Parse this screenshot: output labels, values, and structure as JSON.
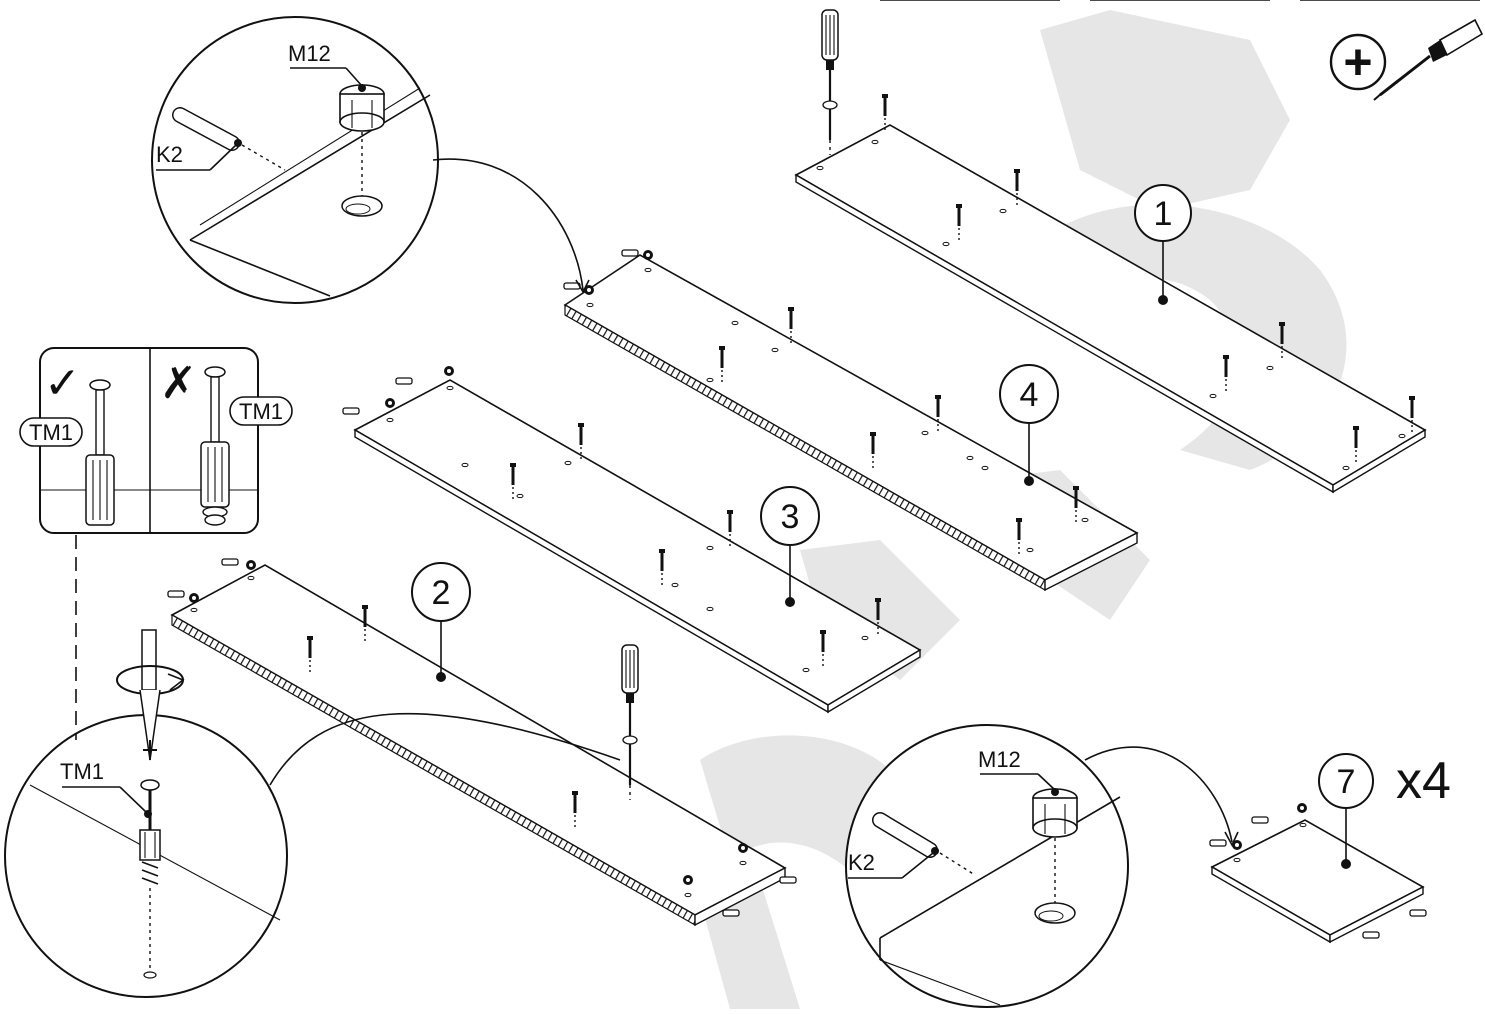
{
  "part_numbers": {
    "board_1": "1",
    "board_2": "2",
    "board_3": "3",
    "board_4": "4",
    "board_7": "7"
  },
  "quantity_label": "x4",
  "fittings": {
    "cam_lock": "M12",
    "dowel": "K2",
    "screw": "TM1"
  },
  "check_panel": {
    "correct_symbol": "✓",
    "wrong_symbol": "✗",
    "screw_label_left": "TM1",
    "screw_label_right": "TM1"
  },
  "tool": {
    "plus_symbol": "+",
    "tool_icon": "phillips-screwdriver-icon"
  },
  "icons": [
    "phillips-screwdriver-icon",
    "screwdriver-icon",
    "cam-lock-icon",
    "dowel-icon",
    "screw-icon",
    "rotation-arrow-icon"
  ]
}
